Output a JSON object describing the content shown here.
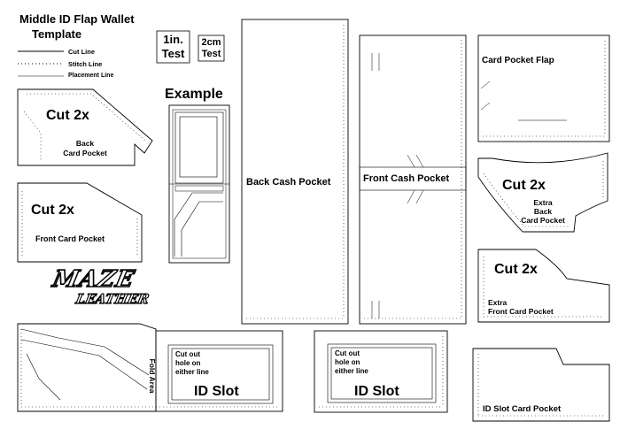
{
  "title": {
    "line1": "Middle ID Flap Wallet",
    "line2": "Template"
  },
  "legend": {
    "cut": "Cut Line",
    "stitch": "Stitch Line",
    "placement": "Placement Line"
  },
  "tests": {
    "inch": {
      "line1": "1in.",
      "line2": "Test"
    },
    "cm": {
      "line1": "2cm",
      "line2": "Test"
    }
  },
  "example_label": "Example",
  "pieces": {
    "back_card": {
      "cut": "Cut 2x",
      "line1": "Back",
      "line2": "Card Pocket"
    },
    "front_card": {
      "cut": "Cut 2x",
      "name": "Front Card Pocket"
    },
    "back_cash": "Back Cash Pocket",
    "front_cash": "Front Cash Pocket",
    "flap": "Card Pocket Flap",
    "extra_back": {
      "cut": "Cut 2x",
      "line1": "Extra",
      "line2": "Back",
      "line3": "Card Pocket"
    },
    "extra_front": {
      "cut": "Cut 2x",
      "line1": "Extra",
      "line2": "Front Card Pocket"
    },
    "fold_area": "Fold Area",
    "id_slot_1": {
      "note1": "Cut out",
      "note2": "hole on",
      "note3": "either line",
      "label": "ID Slot"
    },
    "id_slot_2": {
      "note1": "Cut out",
      "note2": "hole on",
      "note3": "either line",
      "label": "ID Slot"
    },
    "id_slot_pocket": "ID Slot Card Pocket"
  },
  "logo": {
    "top": "MAZE",
    "bottom": "LEATHER"
  }
}
